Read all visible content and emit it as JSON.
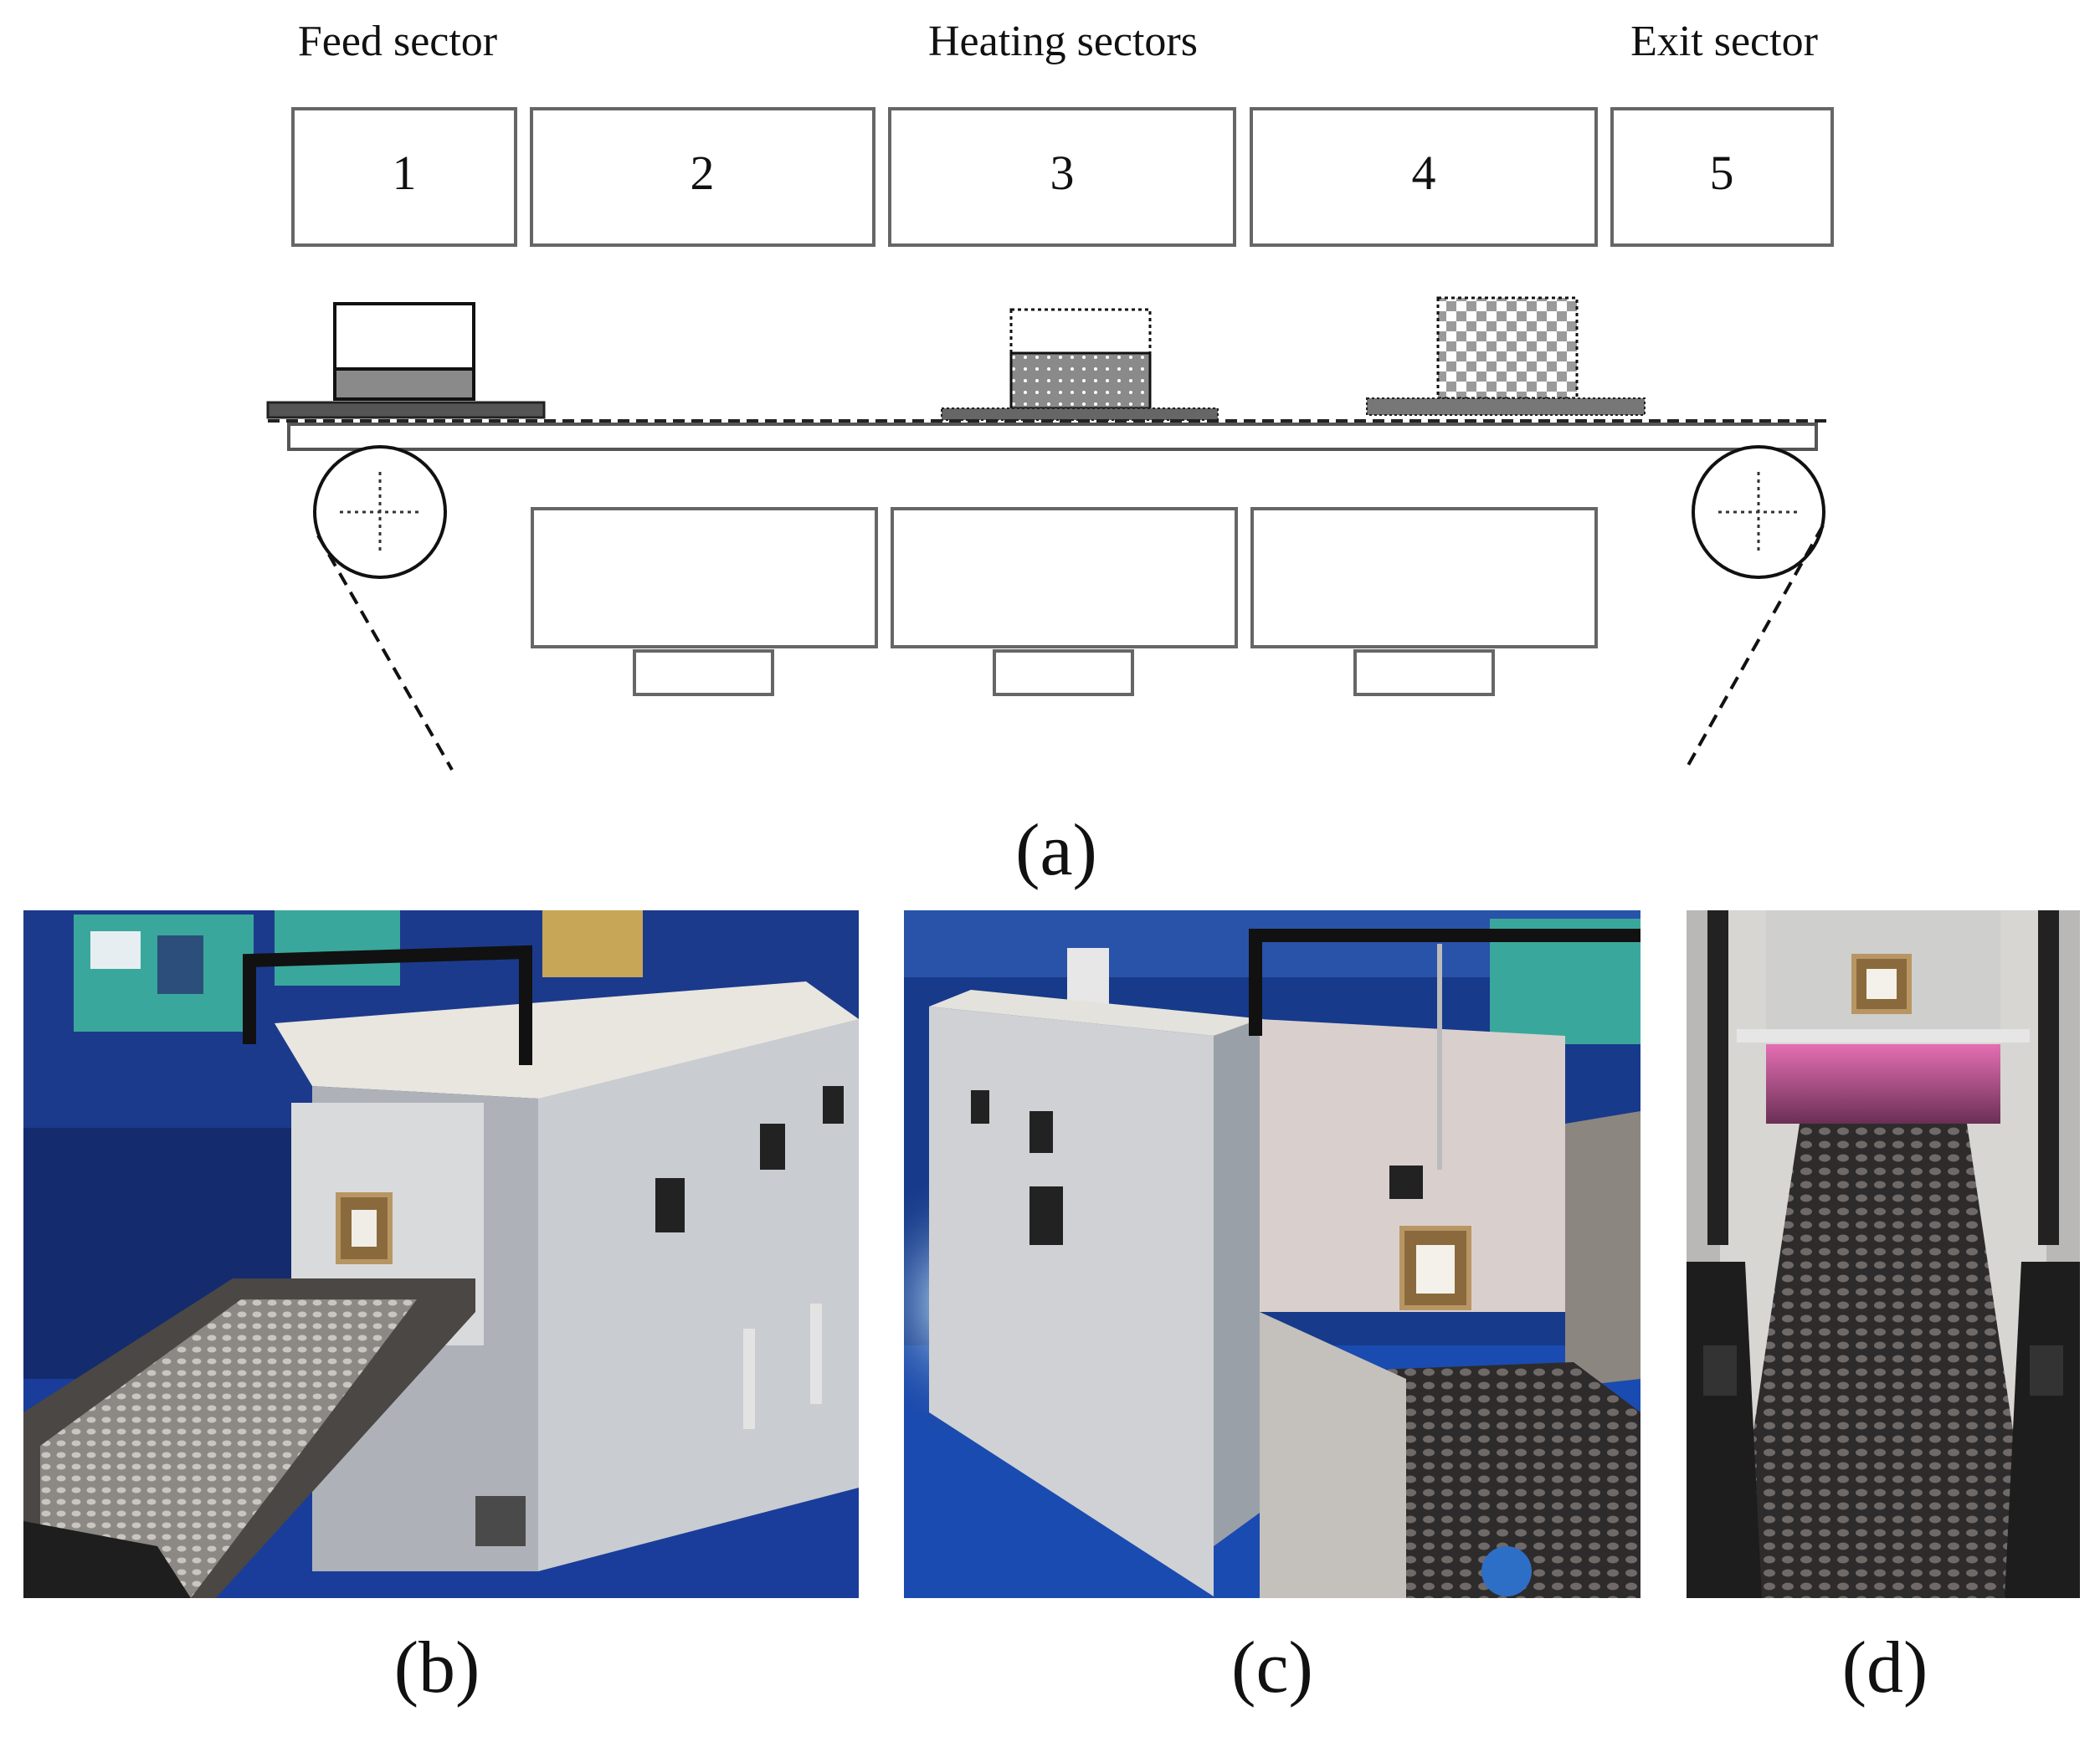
{
  "diagram": {
    "sector_labels": {
      "feed": "Feed sector",
      "heating": "Heating sectors",
      "exit": "Exit sector"
    },
    "zones": [
      "1",
      "2",
      "3",
      "4",
      "5"
    ]
  },
  "panel_labels": {
    "a": "(a)",
    "b": "(b)",
    "c": "(c)",
    "d": "(d)"
  },
  "colors": {
    "line": "#555555",
    "belt_dark": "#555555",
    "sample_gray": "#8a8a8a",
    "stage_blue": "#1b3d8f",
    "furnace_silver": "#c9ccd0",
    "glow_pink": "#d2589a"
  }
}
